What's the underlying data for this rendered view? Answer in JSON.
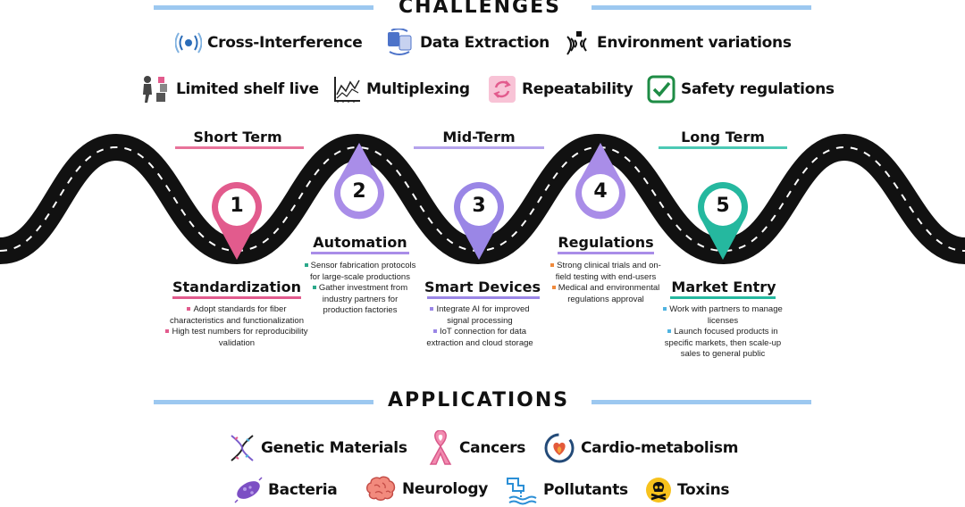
{
  "challenges": {
    "title": "CHALLENGES",
    "items": [
      {
        "label": "Cross-Interference",
        "icon": "signal-wave-icon"
      },
      {
        "label": "Data Extraction",
        "icon": "data-cycle-icon"
      },
      {
        "label": "Environment variations",
        "icon": "sound-waves-icon"
      },
      {
        "label": "Limited shelf live",
        "icon": "person-boxes-icon"
      },
      {
        "label": "Multiplexing",
        "icon": "line-chart-icon"
      },
      {
        "label": "Repeatability",
        "icon": "repeat-arrows-icon"
      },
      {
        "label": "Safety regulations",
        "icon": "checkbox-icon"
      }
    ]
  },
  "roadmap": {
    "terms": [
      {
        "label": "Short Term",
        "color": "#e8739a"
      },
      {
        "label": "Mid-Term",
        "color": "#b5a3ec"
      },
      {
        "label": "Long Term",
        "color": "#4cc9b5"
      }
    ],
    "stages": [
      {
        "number": "1",
        "title": "Standardization",
        "color": "#e25b8d",
        "bullets": [
          "Adopt standards for fiber characteristics and functionalization",
          "High test numbers for reproducibility validation"
        ]
      },
      {
        "number": "2",
        "title": "Automation",
        "color": "#a98de8",
        "bullets": [
          "Sensor fabrication protocols for large-scale productions",
          "Gather investment from industry partners for production factories"
        ]
      },
      {
        "number": "3",
        "title": "Smart Devices",
        "color": "#9a86e6",
        "bullets": [
          "Integrate AI for improved signal processing",
          "IoT connection for data extraction and cloud storage"
        ]
      },
      {
        "number": "4",
        "title": "Regulations",
        "color": "#a98de8",
        "bullets": [
          "Strong clinical trials and on-field testing with end-users",
          "Medical and environmental regulations approval"
        ]
      },
      {
        "number": "5",
        "title": "Market Entry",
        "color": "#25b89f",
        "bullets": [
          "Work with partners to manage licenses",
          "Launch focused products in specific markets, then scale-up sales to general public"
        ]
      }
    ]
  },
  "applications": {
    "title": "APPLICATIONS",
    "items": [
      {
        "label": "Genetic Materials",
        "icon": "dna-icon"
      },
      {
        "label": "Cancers",
        "icon": "ribbon-icon"
      },
      {
        "label": "Cardio-metabolism",
        "icon": "heart-fire-icon"
      },
      {
        "label": "Bacteria",
        "icon": "bacteria-icon"
      },
      {
        "label": "Neurology",
        "icon": "brain-icon"
      },
      {
        "label": "Pollutants",
        "icon": "factory-pipe-icon"
      },
      {
        "label": "Toxins",
        "icon": "skull-hazard-icon"
      }
    ]
  }
}
